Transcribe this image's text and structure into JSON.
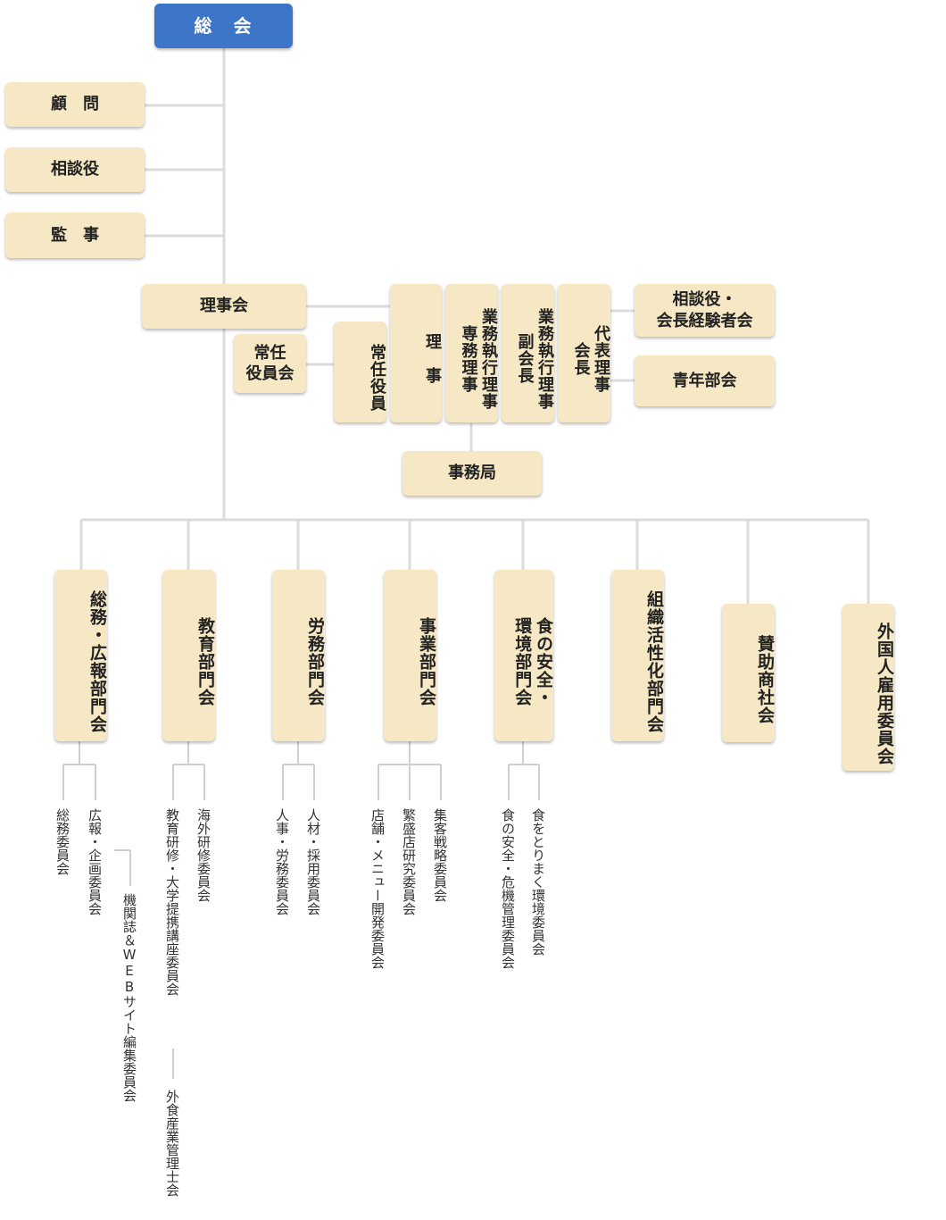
{
  "general_assembly": "総　会",
  "advisor": "顧　問",
  "consultant": "相談役",
  "auditor": "監　事",
  "board": "理事会",
  "standing_committee": "常任\n役員会",
  "standing_officers": "常任役員",
  "directors": "理　事",
  "managing_director": "業務執行理事\n専務理事",
  "vice_chair": "業務執行理事\n副会長",
  "representative": "代表理事\n会長",
  "former_chair_group": "相談役・\n会長経験者会",
  "youth_group": "青年部会",
  "secretariat": "事務局",
  "departments": [
    {
      "name": "総務・広報部門会",
      "committees": [
        "総務委員会",
        "広報・企画委員会",
        "機関誌＆WEBサイト編集委員会"
      ]
    },
    {
      "name": "教育部門会",
      "committees": [
        "教育研修・大学提携講座委員会",
        "海外研修委員会",
        "外食産業管理士会"
      ]
    },
    {
      "name": "労務部門会",
      "committees": [
        "人事・労務委員会",
        "人材・採用委員会"
      ]
    },
    {
      "name": "事業部門会",
      "committees": [
        "店舗・メニュー開発委員会",
        "繁盛店研究委員会",
        "集客戦略委員会"
      ]
    },
    {
      "name": "食の安全・\n環境部門会",
      "committees": [
        "食の安全・危機管理委員会",
        "食をとりまく環境委員会"
      ]
    },
    {
      "name": "組織活性化部門会",
      "committees": []
    },
    {
      "name": "賛助商社会",
      "committees": []
    },
    {
      "name": "外国人雇用委員会",
      "committees": []
    }
  ],
  "colors": {
    "node_fill": "#f6e8c4",
    "top_fill": "#3d75c9",
    "line": "#dcdcdc"
  }
}
